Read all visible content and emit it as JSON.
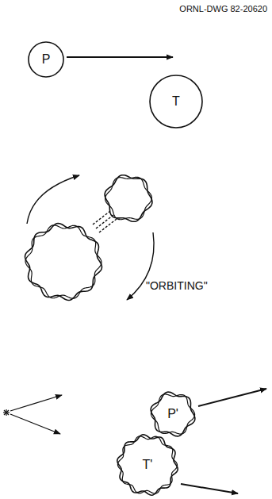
{
  "diagram": {
    "nodes": [
      {
        "text": [
          "P"
        ]
      },
      {
        "text": [
          "T"
        ]
      },
      {
        "text": [
          "P'"
        ]
      },
      {
        "text": [
          "T'"
        ]
      }
    ],
    "labels": [
      "ORNL-DWG 82-20620",
      "\"ORBITING\""
    ]
  }
}
